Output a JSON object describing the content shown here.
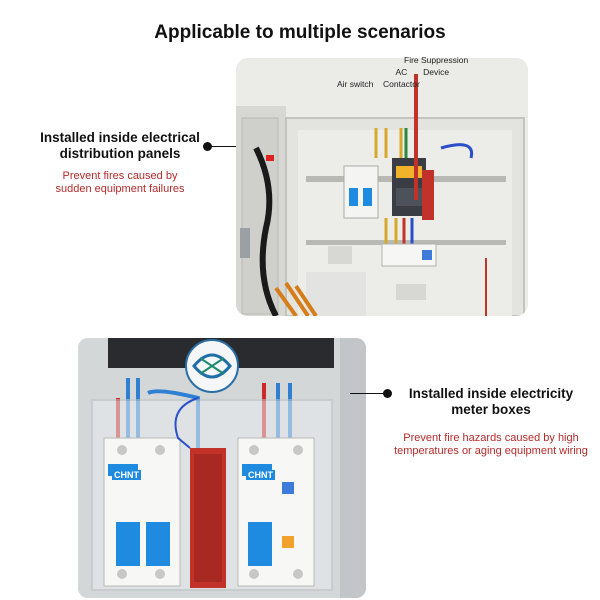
{
  "title": "Applicable to multiple scenarios",
  "scenario_top": {
    "heading_line1": "Installed inside electrical",
    "heading_line2": "distribution panels",
    "note_line1": "Prevent fires caused by",
    "note_line2": "sudden equipment failures"
  },
  "scenario_bottom": {
    "heading_line1": "Installed inside electricity",
    "heading_line2": "meter boxes",
    "note_line1": "Prevent fire hazards caused by high",
    "note_line2": "temperatures or aging equipment wiring"
  },
  "panel_labels": {
    "air_switch": "Air switch",
    "ac_contactor_line1": "AC",
    "ac_contactor_line2": "Contactor",
    "fire_device_line1": "Fire Suppression",
    "fire_device_line2": "Device"
  },
  "breakers": {
    "brand_left": "CHNT",
    "brand_right": "CHNT"
  },
  "colors": {
    "accent_red": "#b42a2a",
    "breaker_blue": "#1e8be0",
    "device_red": "#c0322a"
  }
}
